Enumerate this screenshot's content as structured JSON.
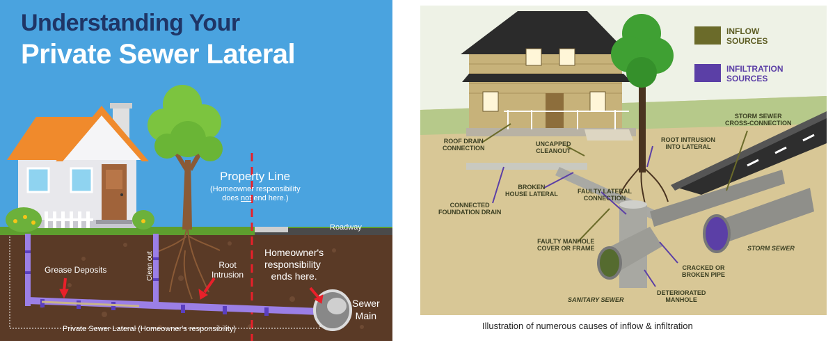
{
  "left_panel": {
    "title_line1": "Understanding Your",
    "title_line2": "Private Sewer Lateral",
    "property_line": "Property Line",
    "property_note_1": "(Homeowner responsibility",
    "property_note_2a": "does ",
    "property_note_2b": "not",
    "property_note_2c": " end here.)",
    "roadway": "Roadway",
    "homeowner_line1": "Homeowner's",
    "homeowner_line2": "responsibility",
    "homeowner_line3": "ends here.",
    "grease_deposits": "Grease Deposits",
    "root_line1": "Root",
    "root_line2": "Intrusion",
    "clean_out": "Clean out",
    "sewer_line1": "Sewer",
    "sewer_line2": "Main",
    "lateral_label": "Private Sewer Lateral (Homeowner's responsibility)"
  },
  "right_panel": {
    "legend": {
      "inflow_line1": "INFLOW",
      "inflow_line2": "SOURCES",
      "infiltration_line1": "INFILTRATION",
      "infiltration_line2": "SOURCES",
      "inflow_color": "#6b6b2a",
      "infiltration_color": "#5b3fa6"
    },
    "labels": {
      "roof_drain_1": "ROOF DRAIN",
      "roof_drain_2": "CONNECTION",
      "uncapped_1": "UNCAPPED",
      "uncapped_2": "CLEANOUT",
      "root_1": "ROOT INTRUSION",
      "root_2": "INTO LATERAL",
      "storm_cross_1": "STORM SEWER",
      "storm_cross_2": "CROSS-CONNECTION",
      "broken_1": "BROKEN",
      "broken_2": "HOUSE LATERAL",
      "faulty_lat_1": "FAULTY LATERAL",
      "faulty_lat_2": "CONNECTION",
      "foundation_1": "CONNECTED",
      "foundation_2": "FOUNDATION DRAIN",
      "manhole_cover_1": "FAULTY MANHOLE",
      "manhole_cover_2": "COVER OR FRAME",
      "storm_sewer": "STORM SEWER",
      "cracked_1": "CRACKED OR",
      "cracked_2": "BROKEN PIPE",
      "deteriorated_1": "DETERIORATED",
      "deteriorated_2": "MANHOLE",
      "sanitary": "SANITARY SEWER"
    },
    "caption": "Illustration of  numerous causes of  inflow & infiltration"
  },
  "colors": {
    "sky": "#4aa3df",
    "soil": "#5a3a26",
    "pipe": "#9b7fe6",
    "property_line": "#e8202a",
    "roof": "#f08a2c"
  }
}
